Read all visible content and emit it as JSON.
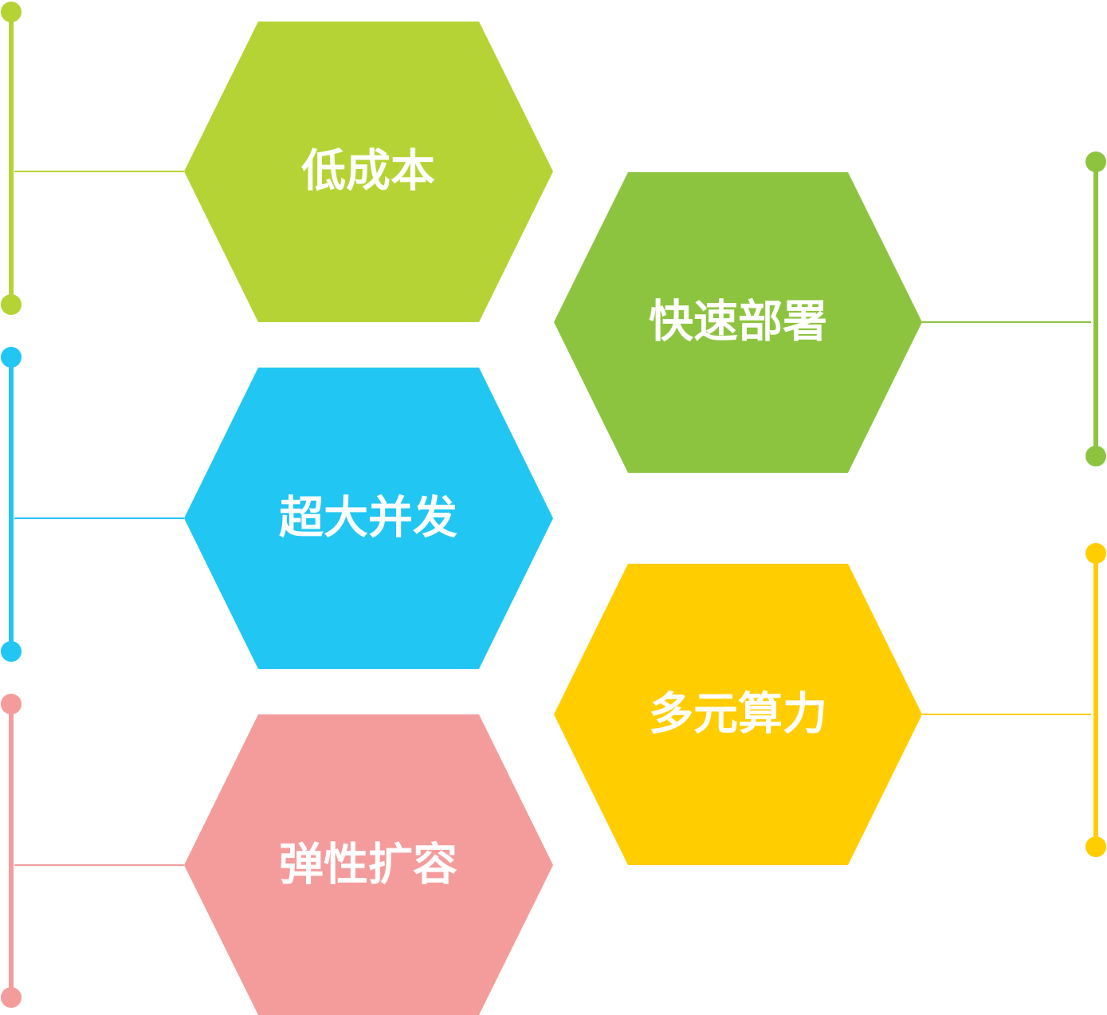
{
  "features": [
    {
      "label": "低成本",
      "color": "#b5d334"
    },
    {
      "label": "快速部署",
      "color": "#8dc43f"
    },
    {
      "label": "超大并发",
      "color": "#21c6f2"
    },
    {
      "label": "多元算力",
      "color": "#ffcd00"
    },
    {
      "label": "弹性扩容",
      "color": "#f49c9c"
    }
  ]
}
